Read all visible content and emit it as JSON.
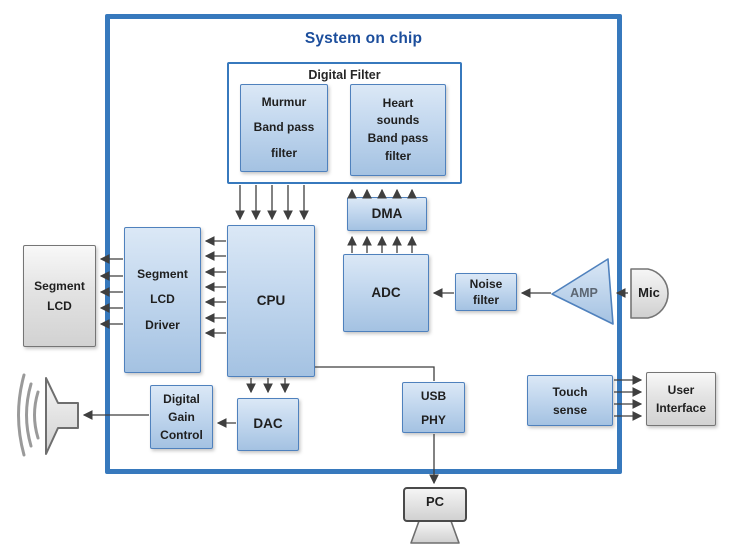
{
  "title": "System on chip",
  "colors": {
    "soc_border": "#3779bd",
    "node_border": "#4f81bd",
    "node_fill_top": "#dbe8f6",
    "node_fill_bottom": "#a4c2e2",
    "gray_border": "#757575",
    "title_text": "#1c4e9c",
    "arrow": "#3f3f3f"
  },
  "nodes": {
    "digital_filter": {
      "label": "Digital Filter"
    },
    "murmur_filter": {
      "label": "Murmur\nBand pass\nfilter"
    },
    "heart_filter": {
      "label": "Heart\nsounds\nBand pass\nfilter"
    },
    "dma": {
      "label": "DMA"
    },
    "adc": {
      "label": "ADC"
    },
    "cpu": {
      "label": "CPU"
    },
    "lcd_driver": {
      "label": "Segment\nLCD\nDriver"
    },
    "segment_lcd": {
      "label": "Segment\nLCD"
    },
    "noise_filter": {
      "label": "Noise\nfilter"
    },
    "amp": {
      "label": "AMP"
    },
    "mic": {
      "label": "Mic"
    },
    "digital_gain": {
      "label": "Digital\nGain\nControl"
    },
    "dac": {
      "label": "DAC"
    },
    "usb_phy": {
      "label": "USB\nPHY"
    },
    "touch_sense": {
      "label": "Touch\nsense"
    },
    "user_interface": {
      "label": "User\nInterface"
    },
    "pc": {
      "label": "PC"
    }
  },
  "icons": {
    "speaker": "speaker-icon",
    "mic": "microphone-icon",
    "amp": "amplifier-triangle-icon",
    "pc": "pc-monitor-icon"
  },
  "edges": [
    {
      "from": "digital_filter",
      "to": "cpu",
      "arrows": 5
    },
    {
      "from": "dma",
      "to": "digital_filter",
      "arrows": 5
    },
    {
      "from": "adc",
      "to": "dma",
      "arrows": 5
    },
    {
      "from": "cpu",
      "to": "lcd_driver",
      "arrows": 7
    },
    {
      "from": "lcd_driver",
      "to": "segment_lcd",
      "arrows": 5
    },
    {
      "from": "cpu",
      "to": "dac",
      "arrows": 3
    },
    {
      "from": "dac",
      "to": "digital_gain",
      "arrows": 1
    },
    {
      "from": "digital_gain",
      "to": "speaker",
      "arrows": 1
    },
    {
      "from": "mic",
      "to": "amp",
      "arrows": 1
    },
    {
      "from": "amp",
      "to": "noise_filter",
      "arrows": 1
    },
    {
      "from": "noise_filter",
      "to": "adc",
      "arrows": 1
    },
    {
      "from": "cpu",
      "to": "usb_phy",
      "arrows": 0
    },
    {
      "from": "usb_phy",
      "to": "pc",
      "arrows": 1
    },
    {
      "from": "touch_sense",
      "to": "user_interface",
      "arrows": 4
    }
  ]
}
